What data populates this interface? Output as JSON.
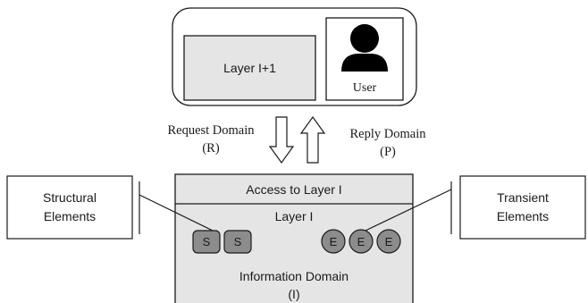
{
  "top_panel": {
    "layer_above_label": "Layer I+1",
    "user_label": "User",
    "user_icon": "user-icon"
  },
  "channels": {
    "request_label": "Request Domain",
    "request_symbol": "(R)",
    "reply_label": "Reply Domain",
    "reply_symbol": "(P)"
  },
  "layer_panel": {
    "access_label": "Access to Layer I",
    "layer_label": "Layer I",
    "structural_items": [
      "S",
      "S"
    ],
    "transient_items": [
      "E",
      "E",
      "E"
    ],
    "info_label": "Information Domain",
    "info_symbol": "(I)"
  },
  "callouts": {
    "structural_line1": "Structural",
    "structural_line2": "Elements",
    "transient_line1": "Transient",
    "transient_line2": "Elements"
  },
  "colors": {
    "panel_fill": "#e5e5e5",
    "element_fill": "#8c8c8c",
    "stroke": "#1a1a1a"
  }
}
